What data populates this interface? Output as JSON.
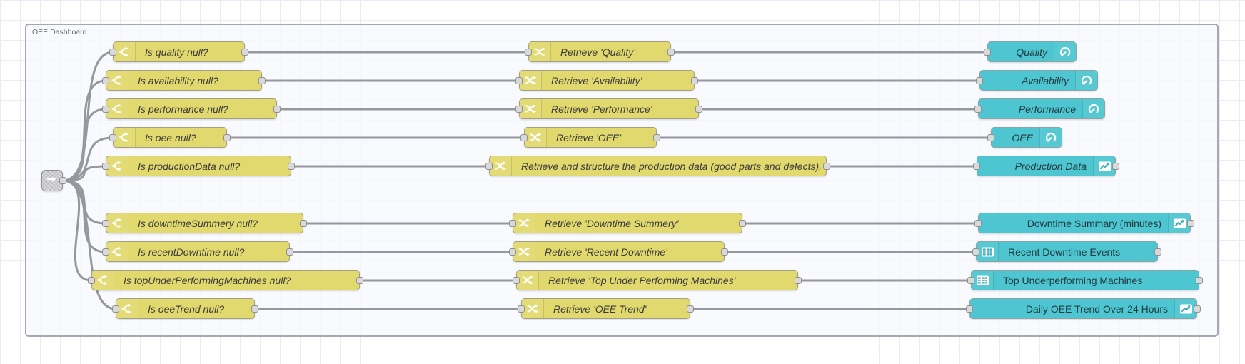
{
  "canvas": {
    "group_label": "OEE Dashboard"
  },
  "colors": {
    "function_node": "#e2d96e",
    "dashboard_node": "#4dc6d1",
    "wire": "#97979f",
    "group_border": "#a6a8b2",
    "grid_line": "#e9ebf5",
    "icon_accent": "#2fa9b6"
  },
  "link_node": {
    "icon": "link-in-icon"
  },
  "rows": [
    {
      "left": {
        "label": "Is quality null?",
        "icon": "switch-icon"
      },
      "middle": {
        "label": "Retrieve 'Quality'",
        "icon": "change-icon"
      },
      "right": {
        "label": "Quality",
        "icon": "gauge-icon",
        "italic": true
      }
    },
    {
      "left": {
        "label": "Is availability null?",
        "icon": "switch-icon"
      },
      "middle": {
        "label": "Retrieve 'Availability'",
        "icon": "change-icon"
      },
      "right": {
        "label": "Availability",
        "icon": "gauge-icon",
        "italic": true
      }
    },
    {
      "left": {
        "label": "Is performance null?",
        "icon": "switch-icon"
      },
      "middle": {
        "label": "Retrieve 'Performance'",
        "icon": "change-icon"
      },
      "right": {
        "label": "Performance",
        "icon": "gauge-icon",
        "italic": true
      }
    },
    {
      "left": {
        "label": "Is oee null?",
        "icon": "switch-icon"
      },
      "middle": {
        "label": "Retrieve 'OEE'",
        "icon": "change-icon"
      },
      "right": {
        "label": "OEE",
        "icon": "gauge-icon",
        "italic": true
      }
    },
    {
      "left": {
        "label": "Is productionData null?",
        "icon": "switch-icon"
      },
      "middle": {
        "label": "Retrieve and structure the production data (good parts and defects).",
        "icon": "change-icon"
      },
      "right": {
        "label": "Production Data",
        "icon": "chart-icon",
        "italic": true
      }
    },
    {
      "left": {
        "label": "Is downtimeSummery null?",
        "icon": "switch-icon"
      },
      "middle": {
        "label": "Retrieve 'Downtime Summery'",
        "icon": "change-icon"
      },
      "right": {
        "label": "Downtime Summary (minutes)",
        "icon": "chart-icon",
        "italic": false
      }
    },
    {
      "left": {
        "label": "Is recentDowntime null?",
        "icon": "switch-icon"
      },
      "middle": {
        "label": "Retrieve 'Recent Downtime'",
        "icon": "change-icon"
      },
      "right": {
        "label": "Recent Downtime Events",
        "icon": "table-icon",
        "italic": false
      }
    },
    {
      "left": {
        "label": "Is topUnderPerformingMachines null?",
        "icon": "switch-icon"
      },
      "middle": {
        "label": "Retrieve 'Top Under Performing Machines'",
        "icon": "change-icon"
      },
      "right": {
        "label": "Top Underperforming Machines",
        "icon": "table-icon",
        "italic": false
      }
    },
    {
      "left": {
        "label": "Is oeeTrend null?",
        "icon": "switch-icon"
      },
      "middle": {
        "label": "Retrieve 'OEE Trend'",
        "icon": "change-icon"
      },
      "right": {
        "label": "Daily OEE Trend Over 24 Hours",
        "icon": "chart-icon",
        "italic": false
      }
    }
  ]
}
